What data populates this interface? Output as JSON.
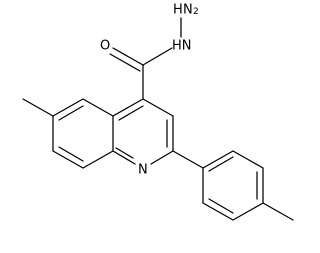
{
  "diagram": {
    "kind": "chemical-structure",
    "labels": {
      "hydrazide_nh2_main": "H",
      "hydrazide_nh2_n": "N",
      "hydrazide_nh2_sub": "2",
      "hydrazide_nh": "HN",
      "carbonyl_o": "O",
      "ring_n": "N"
    },
    "colors": {
      "bond": "#000000",
      "text": "#000000",
      "background": "#ffffff"
    }
  }
}
